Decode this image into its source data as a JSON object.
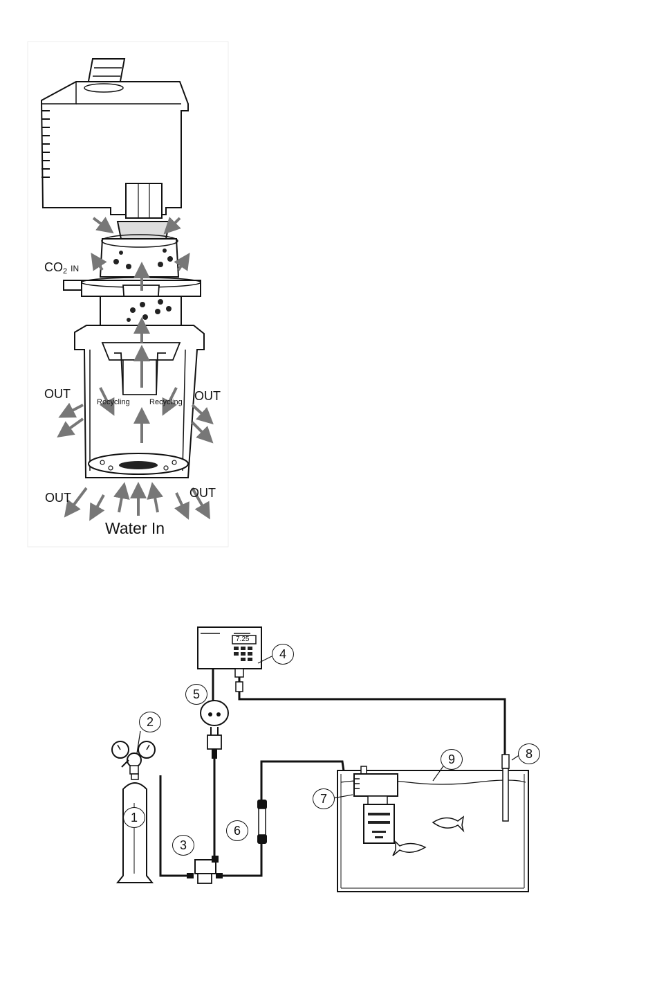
{
  "reactor_diagram": {
    "labels": {
      "co2_in_prefix": "CO",
      "co2_in_subscript": "2",
      "co2_in_suffix": "IN",
      "out": "OUT",
      "recycling": "Recycling",
      "water_in": "Water In"
    }
  },
  "system_diagram": {
    "controller_display": "7.25",
    "callouts": [
      "1",
      "2",
      "3",
      "4",
      "5",
      "6",
      "7",
      "8",
      "9"
    ]
  }
}
